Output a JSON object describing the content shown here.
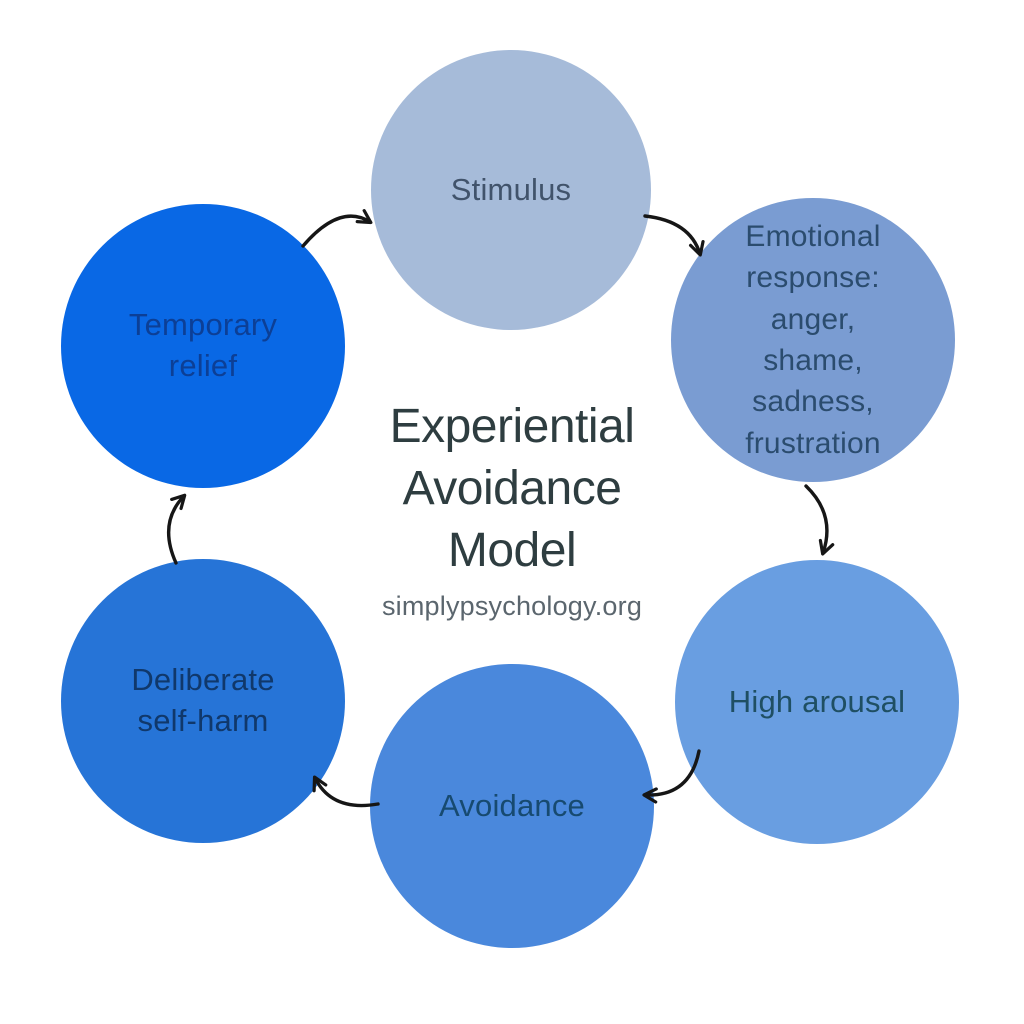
{
  "diagram": {
    "title": {
      "lines": [
        "Experiential",
        "Avoidance",
        "Model"
      ],
      "full_text": "Experiential Avoidance Model",
      "color": "#2e3d40"
    },
    "source": {
      "text": "simplypsychology.org",
      "color": "#5b666e"
    }
  },
  "cycle": {
    "arrow_color": "#161616",
    "direction": "clockwise",
    "nodes": [
      {
        "id": "stimulus",
        "label": "Stimulus",
        "color": "#a6bbd9",
        "text_color": "#41536b",
        "position": "top"
      },
      {
        "id": "emotional-response",
        "label": "Emotional response: anger, shame, sadness, frustration",
        "lines": [
          "Emotional",
          "response:",
          "anger,",
          "shame,",
          "sadness,",
          "frustration"
        ],
        "color": "#7a9cd2",
        "text_color": "#2b4c6e",
        "position": "top-right"
      },
      {
        "id": "high-arousal",
        "label": "High arousal",
        "color": "#699ee1",
        "text_color": "#1f4f63",
        "position": "bottom-right"
      },
      {
        "id": "avoidance",
        "label": "Avoidance",
        "color": "#4a88dc",
        "text_color": "#174a70",
        "position": "bottom"
      },
      {
        "id": "deliberate-self-harm",
        "label": "Deliberate self-harm",
        "lines": [
          "Deliberate",
          "self-harm"
        ],
        "color": "#2674d7",
        "text_color": "#10386b",
        "position": "bottom-left"
      },
      {
        "id": "temporary-relief",
        "label": "Temporary relief",
        "lines": [
          "Temporary",
          "relief"
        ],
        "color": "#0968e5",
        "text_color": "#0c3f96",
        "position": "top-left"
      }
    ],
    "arrows": [
      {
        "from": "temporary-relief",
        "to": "stimulus"
      },
      {
        "from": "stimulus",
        "to": "emotional-response"
      },
      {
        "from": "emotional-response",
        "to": "high-arousal"
      },
      {
        "from": "high-arousal",
        "to": "avoidance"
      },
      {
        "from": "avoidance",
        "to": "deliberate-self-harm"
      },
      {
        "from": "deliberate-self-harm",
        "to": "temporary-relief"
      }
    ]
  }
}
